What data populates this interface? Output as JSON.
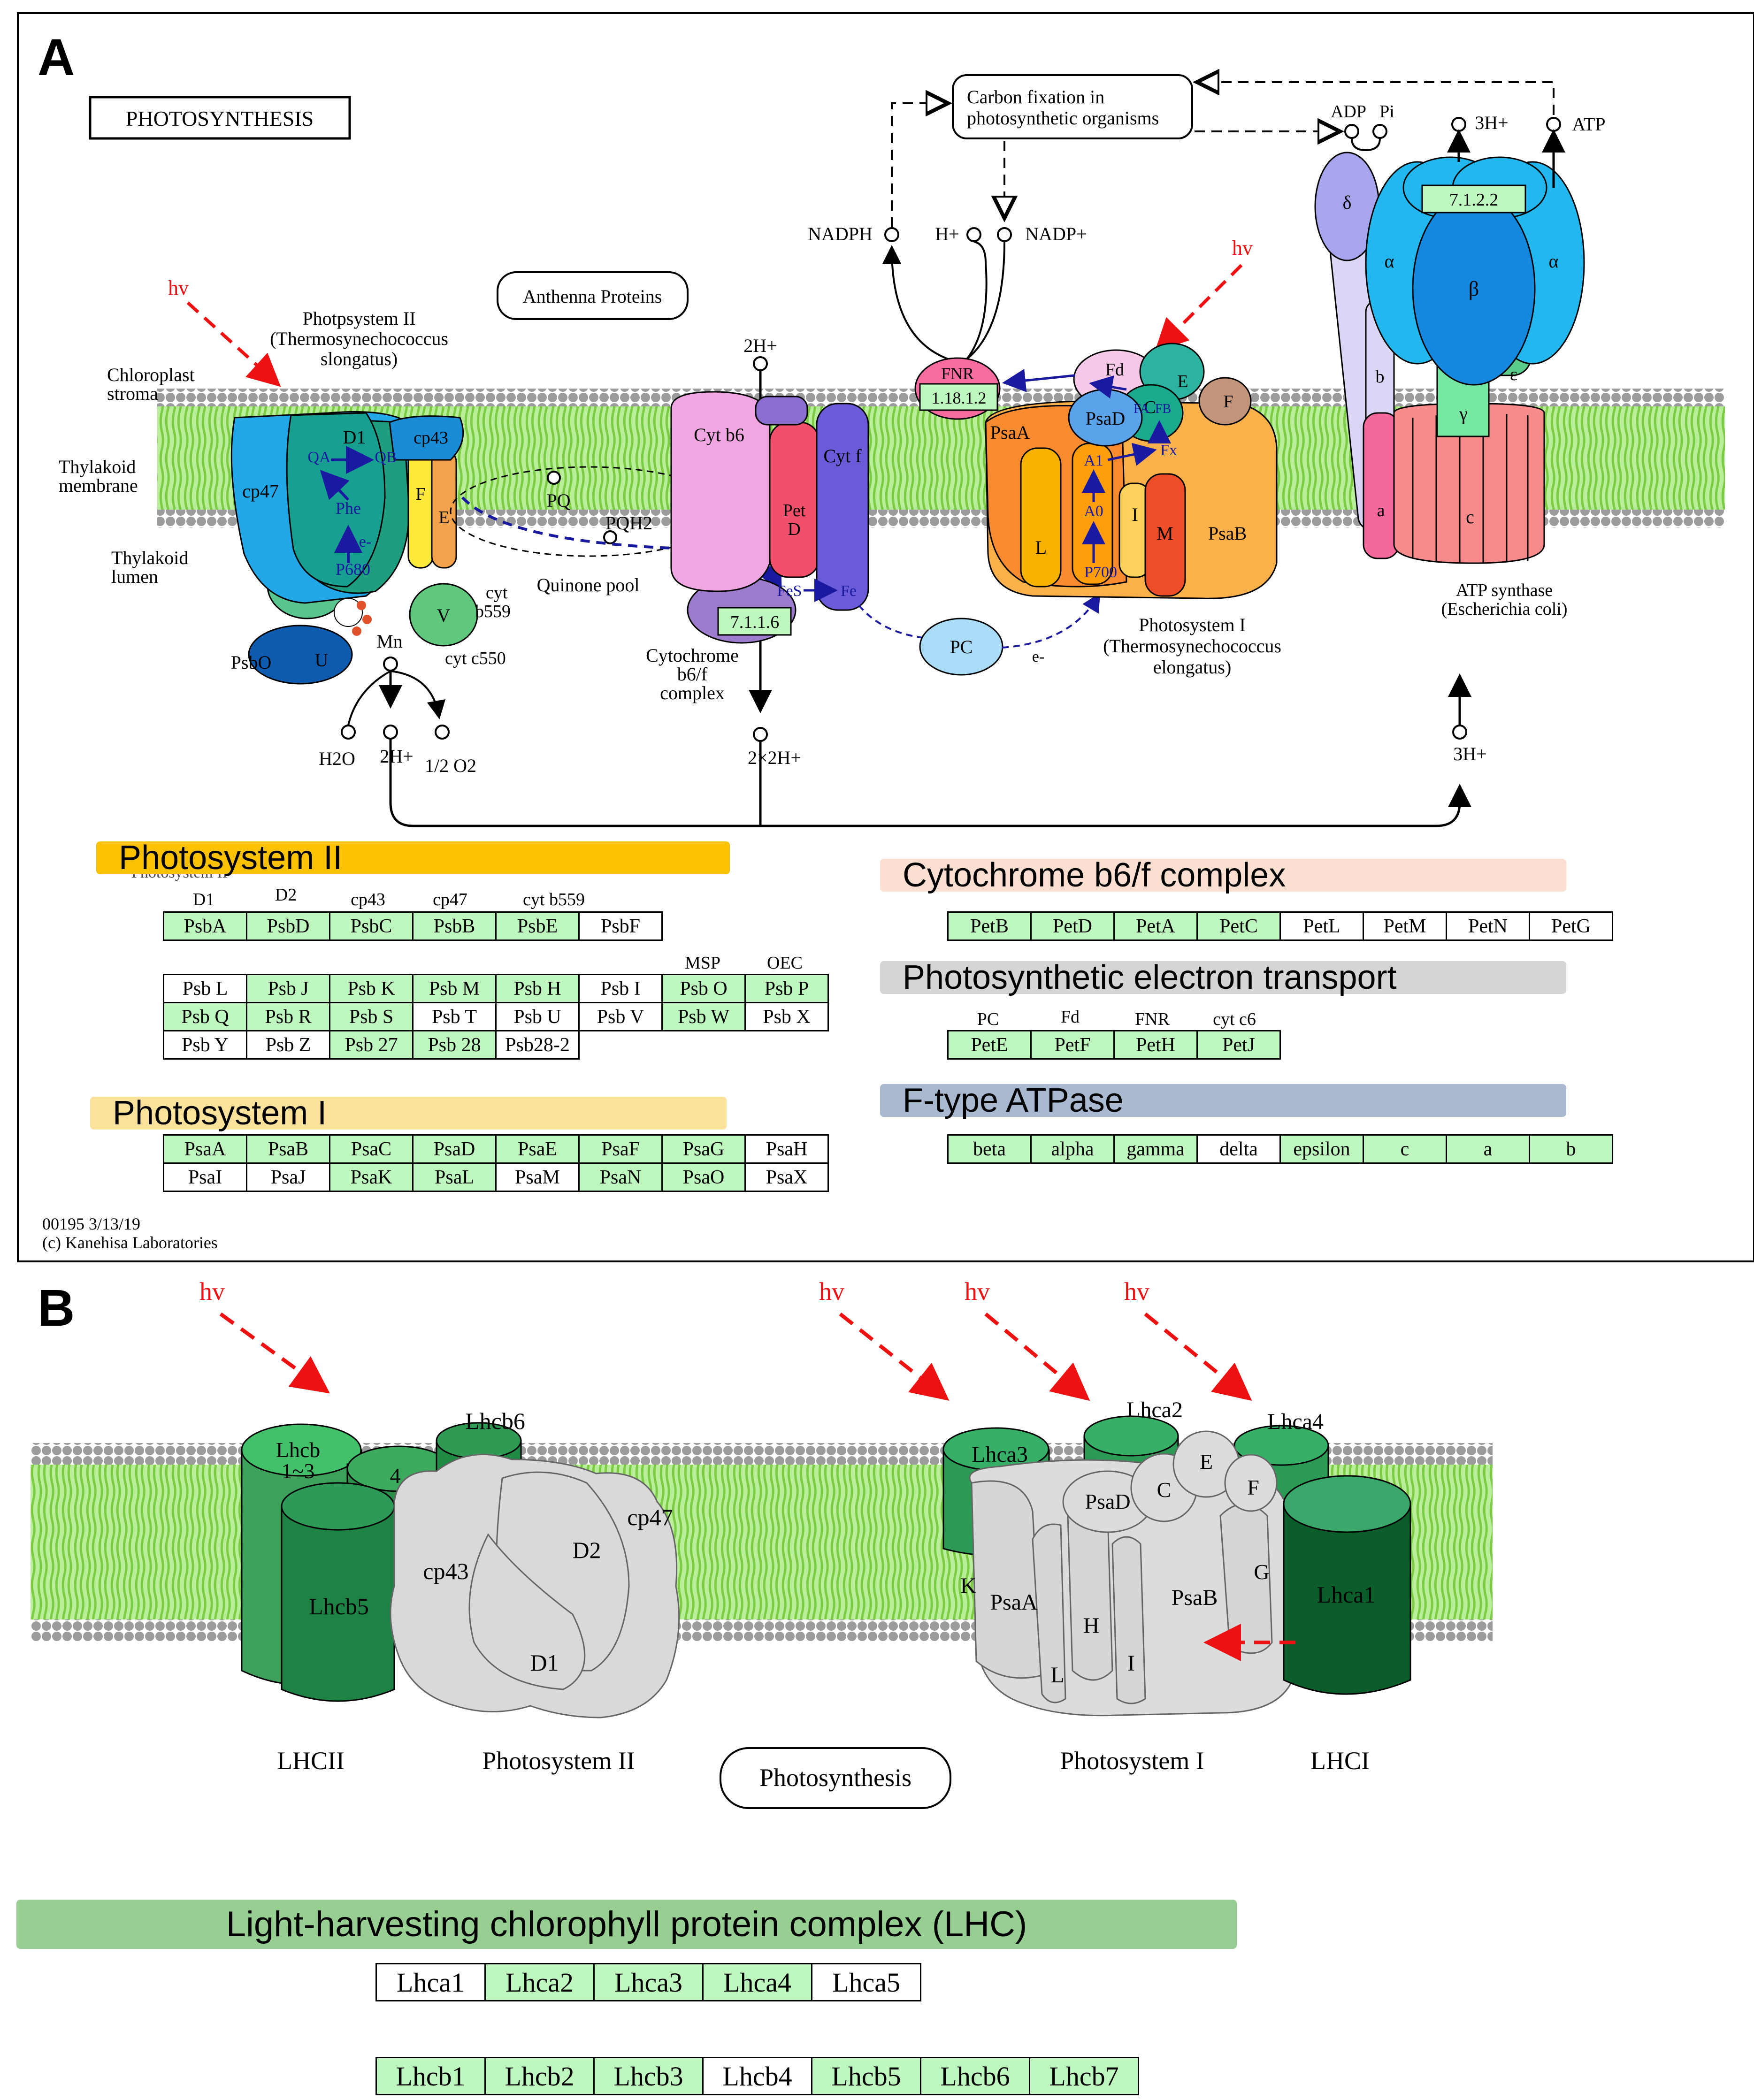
{
  "panel_a": {
    "label": "A",
    "title_box": "PHOTOSYNTHESIS",
    "light_label": "hv",
    "locations": {
      "stroma": [
        "Chloroplast",
        "stroma"
      ],
      "membrane": [
        "Thylakoid",
        "membrane"
      ],
      "lumen": [
        "Thylakoid",
        "lumen"
      ]
    },
    "psii": {
      "title": [
        "Photpsystem II",
        "(Thermosynechococcus",
        "slongatus)"
      ],
      "subunits": {
        "d1": "D1",
        "cp43": "cp43",
        "cp47": "cp47",
        "f": "F",
        "e": "E",
        "v": "V",
        "u": "U"
      },
      "cofactors": {
        "qa": "QA",
        "qb": "QB",
        "phe": "Phe",
        "electron": "e-",
        "p680": "P680",
        "mn": "Mn"
      },
      "psbo": "PsbO",
      "cyt_b559": [
        "cyt",
        "b559"
      ],
      "cyt_c550": "cyt c550",
      "products": {
        "h2o": "H2O",
        "h": "2H+",
        "o2": "1/2 O2"
      }
    },
    "anthenna": "Anthenna Proteins",
    "quinone": {
      "pq": "PQ",
      "pqh2": "PQH2",
      "pool": "Quinone pool"
    },
    "cytb6f": {
      "cyt_b6": "Cyt b6",
      "pet_d": [
        "Pet",
        "D"
      ],
      "cyt_f": "Cyt f",
      "fes": "FeS",
      "fe": "Fe",
      "ec": "7.1.1.6",
      "title": [
        "Cytochrome",
        "b6/f",
        "complex"
      ],
      "h_top": "2H+",
      "h_bottom": "2×2H+"
    },
    "pc": "PC",
    "pc_e": "e-",
    "psi": {
      "subunits": {
        "psaa": "PsaA",
        "psab": "PsaB",
        "psad": "PsaD",
        "fd": "Fd",
        "c": "C",
        "e": "E",
        "f": "F",
        "l": "L",
        "i": "I",
        "m": "M"
      },
      "cofactors": {
        "fa": "FA",
        "fb": "FB",
        "fx": "Fx",
        "a1": "A1",
        "a0": "A0",
        "p700": "P700"
      },
      "title": [
        "Photosystem I",
        "(Thermosynechococcus",
        "elongatus)"
      ]
    },
    "fnr": {
      "label": "FNR",
      "ec": "1.18.1.2"
    },
    "cofactors": {
      "nadph": "NADPH",
      "hplus": "H+",
      "nadp": "NADP+"
    },
    "carbon_fixation": [
      "Carbon fixation in",
      "photosynthetic organisms"
    ],
    "atp_synthase": {
      "subunits": {
        "delta": "δ",
        "alpha": "α",
        "beta": "β",
        "alpha2": "α",
        "epsilon": "ε",
        "gamma": "γ",
        "b": "b",
        "a": "a",
        "c": "c"
      },
      "ec": "7.1.2.2",
      "title": [
        "ATP synthase",
        "(Escherichia coli)"
      ],
      "adp": "ADP",
      "pi": "Pi",
      "h_out": "3H+",
      "atp": "ATP",
      "h_in": "3H+"
    },
    "footer": [
      "00195 3/13/19",
      "(c) Kanehisa Laboratories"
    ],
    "overlap_text": "Photosystem II"
  },
  "sections": {
    "psii": {
      "title": "Photosystem II",
      "headers_row1": [
        "D1",
        "D2",
        "cp43",
        "cp47",
        "cyt b559",
        ""
      ],
      "row1": [
        {
          "g": "PsbA",
          "on": true
        },
        {
          "g": "PsbD",
          "on": true
        },
        {
          "g": "PsbC",
          "on": true
        },
        {
          "g": "PsbB",
          "on": true
        },
        {
          "g": "PsbE",
          "on": true
        },
        {
          "g": "PsbF",
          "on": false
        }
      ],
      "headers_block": [
        "MSP",
        "OEC"
      ],
      "rows": [
        [
          {
            "g": "Psb L",
            "on": false
          },
          {
            "g": "Psb J",
            "on": true
          },
          {
            "g": "Psb K",
            "on": true
          },
          {
            "g": "Psb M",
            "on": true
          },
          {
            "g": "Psb H",
            "on": true
          },
          {
            "g": "Psb I",
            "on": false
          },
          {
            "g": "Psb O",
            "on": true
          },
          {
            "g": "Psb P",
            "on": true
          }
        ],
        [
          {
            "g": "Psb Q",
            "on": true
          },
          {
            "g": "Psb R",
            "on": true
          },
          {
            "g": "Psb S",
            "on": true
          },
          {
            "g": "Psb T",
            "on": false
          },
          {
            "g": "Psb U",
            "on": false
          },
          {
            "g": "Psb V",
            "on": false
          },
          {
            "g": "Psb W",
            "on": true
          },
          {
            "g": "Psb X",
            "on": false
          }
        ],
        [
          {
            "g": "Psb Y",
            "on": false
          },
          {
            "g": "Psb Z",
            "on": false
          },
          {
            "g": "Psb 27",
            "on": true
          },
          {
            "g": "Psb 28",
            "on": true
          },
          {
            "g": "Psb28-2",
            "on": false
          }
        ]
      ]
    },
    "psi": {
      "title": "Photosystem I",
      "rows": [
        [
          {
            "g": "PsaA",
            "on": true
          },
          {
            "g": "PsaB",
            "on": true
          },
          {
            "g": "PsaC",
            "on": true
          },
          {
            "g": "PsaD",
            "on": true
          },
          {
            "g": "PsaE",
            "on": true
          },
          {
            "g": "PsaF",
            "on": true
          },
          {
            "g": "PsaG",
            "on": true
          },
          {
            "g": "PsaH",
            "on": false
          }
        ],
        [
          {
            "g": "PsaI",
            "on": false
          },
          {
            "g": "PsaJ",
            "on": false
          },
          {
            "g": "PsaK",
            "on": true
          },
          {
            "g": "PsaL",
            "on": true
          },
          {
            "g": "PsaM",
            "on": false
          },
          {
            "g": "PsaN",
            "on": true
          },
          {
            "g": "PsaO",
            "on": true
          },
          {
            "g": "PsaX",
            "on": false
          }
        ]
      ]
    },
    "cytb6f": {
      "title": "Cytochrome b6/f complex",
      "row": [
        {
          "g": "PetB",
          "on": true
        },
        {
          "g": "PetD",
          "on": true
        },
        {
          "g": "PetA",
          "on": true
        },
        {
          "g": "PetC",
          "on": true
        },
        {
          "g": "PetL",
          "on": false
        },
        {
          "g": "PetM",
          "on": false
        },
        {
          "g": "PetN",
          "on": false
        },
        {
          "g": "PetG",
          "on": false
        }
      ]
    },
    "pet": {
      "title": "Photosynthetic electron transport",
      "headers": [
        "PC",
        "Fd",
        "FNR",
        "cyt c6"
      ],
      "row": [
        {
          "g": "PetE",
          "on": true
        },
        {
          "g": "PetF",
          "on": true
        },
        {
          "g": "PetH",
          "on": true
        },
        {
          "g": "PetJ",
          "on": true
        }
      ]
    },
    "atpase": {
      "title": "F-type ATPase",
      "row": [
        {
          "g": "beta",
          "on": true
        },
        {
          "g": "alpha",
          "on": true
        },
        {
          "g": "gamma",
          "on": true
        },
        {
          "g": "delta",
          "on": false
        },
        {
          "g": "epsilon",
          "on": true
        },
        {
          "g": "c",
          "on": true
        },
        {
          "g": "a",
          "on": true
        },
        {
          "g": "b",
          "on": true
        }
      ]
    },
    "lhc": {
      "title": "Light-harvesting chlorophyll protein complex (LHC)",
      "row1": [
        {
          "g": "Lhca1",
          "on": false
        },
        {
          "g": "Lhca2",
          "on": true
        },
        {
          "g": "Lhca3",
          "on": true
        },
        {
          "g": "Lhca4",
          "on": true
        },
        {
          "g": "Lhca5",
          "on": false
        }
      ],
      "row2": [
        {
          "g": "Lhcb1",
          "on": true
        },
        {
          "g": "Lhcb2",
          "on": true
        },
        {
          "g": "Lhcb3",
          "on": true
        },
        {
          "g": "Lhcb4",
          "on": false
        },
        {
          "g": "Lhcb5",
          "on": true
        },
        {
          "g": "Lhcb6",
          "on": true
        },
        {
          "g": "Lhcb7",
          "on": true
        }
      ]
    }
  },
  "panel_b": {
    "label": "B",
    "light_label": "hv",
    "lhcii": {
      "lhcb13": [
        "Lhcb",
        "1~3"
      ],
      "lhcb4": "4",
      "lhcb5": "Lhcb5",
      "lhcb6": "Lhcb6"
    },
    "psii": {
      "cp43": "cp43",
      "cp47": "cp47",
      "d1": "D1",
      "d2": "D2"
    },
    "psi": {
      "k": "K",
      "psaa": "PsaA",
      "psab": "PsaB",
      "psad": "PsaD",
      "c": "C",
      "e": "E",
      "f": "F",
      "g": "G",
      "h": "H",
      "i": "I",
      "l": "L"
    },
    "lhci": {
      "lhca1": "Lhca1",
      "lhca2": "Lhca2",
      "lhca3": "Lhca3",
      "lhca4": "Lhca4"
    },
    "bottom_labels": {
      "lhcii": "LHCII",
      "psii": "Photosystem II",
      "button": "Photosynthesis",
      "psi": "Photosystem I",
      "lhci": "LHCI"
    }
  }
}
